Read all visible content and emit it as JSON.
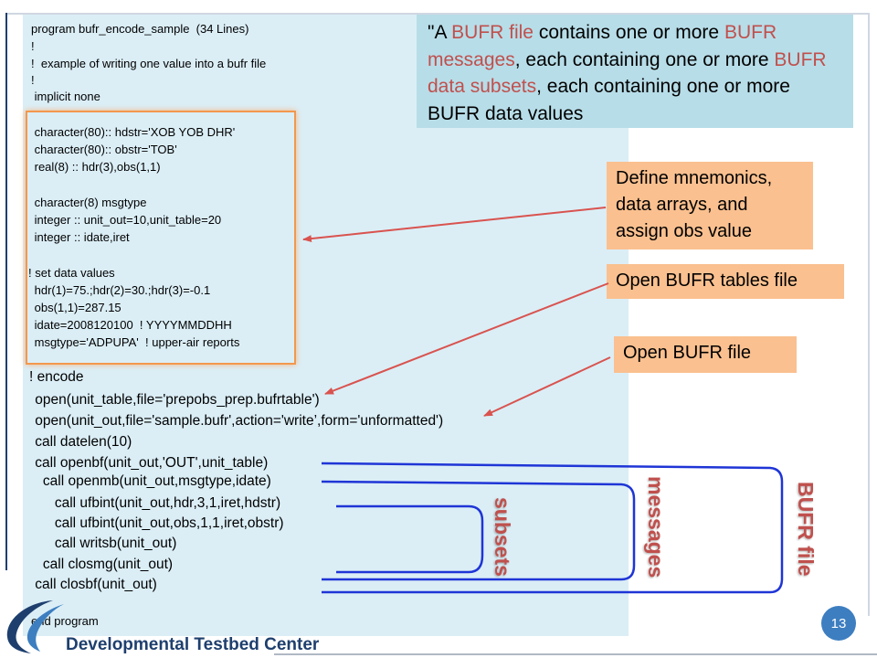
{
  "code": {
    "lines": [
      "program bufr_encode_sample  (34 Lines)",
      "!",
      "!  example of writing one value into a bufr file",
      "!",
      " implicit none",
      " character(80):: hdstr='XOB YOB DHR'",
      " character(80):: obstr='TOB'",
      " real(8) :: hdr(3),obs(1,1)",
      " character(8) msgtype",
      " integer :: unit_out=10,unit_table=20",
      " integer :: idate,iret",
      "! set data values",
      " hdr(1)=75.;hdr(2)=30.;hdr(3)=-0.1",
      " obs(1,1)=287.15",
      " idate=2008120100  ! YYYYMMDDHH",
      " msgtype='ADPUPA'  ! upper-air reports",
      "! encode",
      " open(unit_table,file='prepobs_prep.bufrtable')",
      " open(unit_out,file='sample.bufr',action='write’,form='unformatted')",
      " call datelen(10)",
      " call openbf(unit_out,'OUT',unit_table)",
      "   call openmb(unit_out,msgtype,idate)",
      "      call ufbint(unit_out,hdr,3,1,iret,hdstr)",
      "      call ufbint(unit_out,obs,1,1,iret,obstr)",
      "      call writsb(unit_out)",
      "   call closmg(unit_out)",
      " call closbf(unit_out)",
      "end program"
    ]
  },
  "quote": {
    "t1": "\"A ",
    "h1": "BUFR file",
    "t2": " contains one or more ",
    "h2": "BUFR messages",
    "t3": ", each containing one or more ",
    "h3": "BUFR data subsets",
    "t4": ", each containing one or more BUFR data values"
  },
  "callouts": {
    "mnemonics": "Define mnemonics, data arrays, and assign obs value",
    "tables": "Open BUFR tables file",
    "file": "Open BUFR file"
  },
  "brackets": {
    "subsets": "subsets",
    "messages": "messages",
    "bufr_file": "BUFR file"
  },
  "footer": {
    "org": "Developmental Testbed Center",
    "page": "13"
  },
  "colors": {
    "code_bg": "#dbeef6",
    "quote_bg": "#b7dde8",
    "highlight": "#c0504d",
    "callout_bg": "#fac08f",
    "arrow": "#d9534f",
    "bracket": "#1f35d6",
    "brand": "#1e3f6e",
    "page_badge": "#3d7ec0"
  }
}
